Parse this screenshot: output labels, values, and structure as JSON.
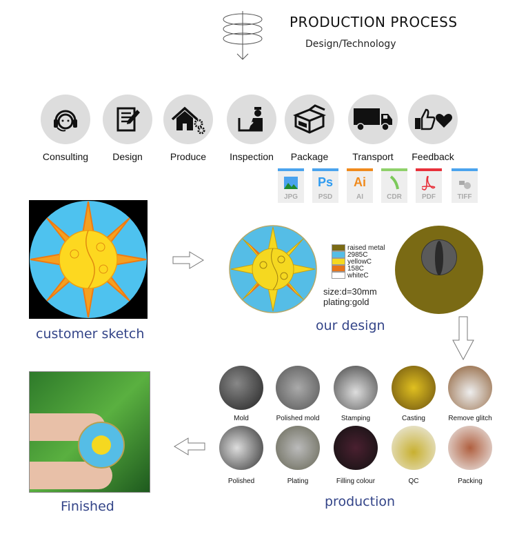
{
  "header": {
    "title": "PRODUCTION PROCESS",
    "subtitle": "Design/Technology",
    "icon": "spiral-down-icon"
  },
  "steps": [
    {
      "label": "Consulting",
      "icon": "headset-icon"
    },
    {
      "label": "Design",
      "icon": "document-pen-icon"
    },
    {
      "label": "Produce",
      "icon": "house-gears-icon"
    },
    {
      "label": "Inspection",
      "icon": "inspector-icon"
    },
    {
      "label": "Package",
      "icon": "box-icon"
    },
    {
      "label": "Transport",
      "icon": "truck-icon"
    },
    {
      "label": "Feedback",
      "icon": "thumb-heart-icon"
    }
  ],
  "file_formats": [
    {
      "big": "",
      "ext": "JPG",
      "color": "#4aa3ee"
    },
    {
      "big": "Ps",
      "ext": "PSD",
      "color": "#4aa3ee"
    },
    {
      "big": "Ai",
      "ext": "AI",
      "color": "#f08a1c"
    },
    {
      "big": "",
      "ext": "CDR",
      "color": "#8fd16a"
    },
    {
      "big": "",
      "ext": "PDF",
      "color": "#e8303a"
    },
    {
      "big": "",
      "ext": "TIFF",
      "color": "#4aa3ee"
    }
  ],
  "design": {
    "customer_caption": "customer sketch",
    "our_caption": "our design",
    "legend": [
      {
        "label": "raised metal",
        "color": "#7a6a14"
      },
      {
        "label": "2985C",
        "color": "#55bde6"
      },
      {
        "label": "yellowC",
        "color": "#f5d820"
      },
      {
        "label": "158C",
        "color": "#e8741a"
      },
      {
        "label": "whiteC",
        "color": "#ffffff"
      }
    ],
    "size": "size:d=30mm",
    "plating": "plating:gold"
  },
  "production": {
    "caption": "production",
    "steps": [
      "Mold",
      "Polished mold",
      "Stamping",
      "Casting",
      "Remove glitch",
      "Polished",
      "Plating",
      "Filling colour",
      "QC",
      "Packing"
    ]
  },
  "finished": {
    "caption": "Finished"
  }
}
